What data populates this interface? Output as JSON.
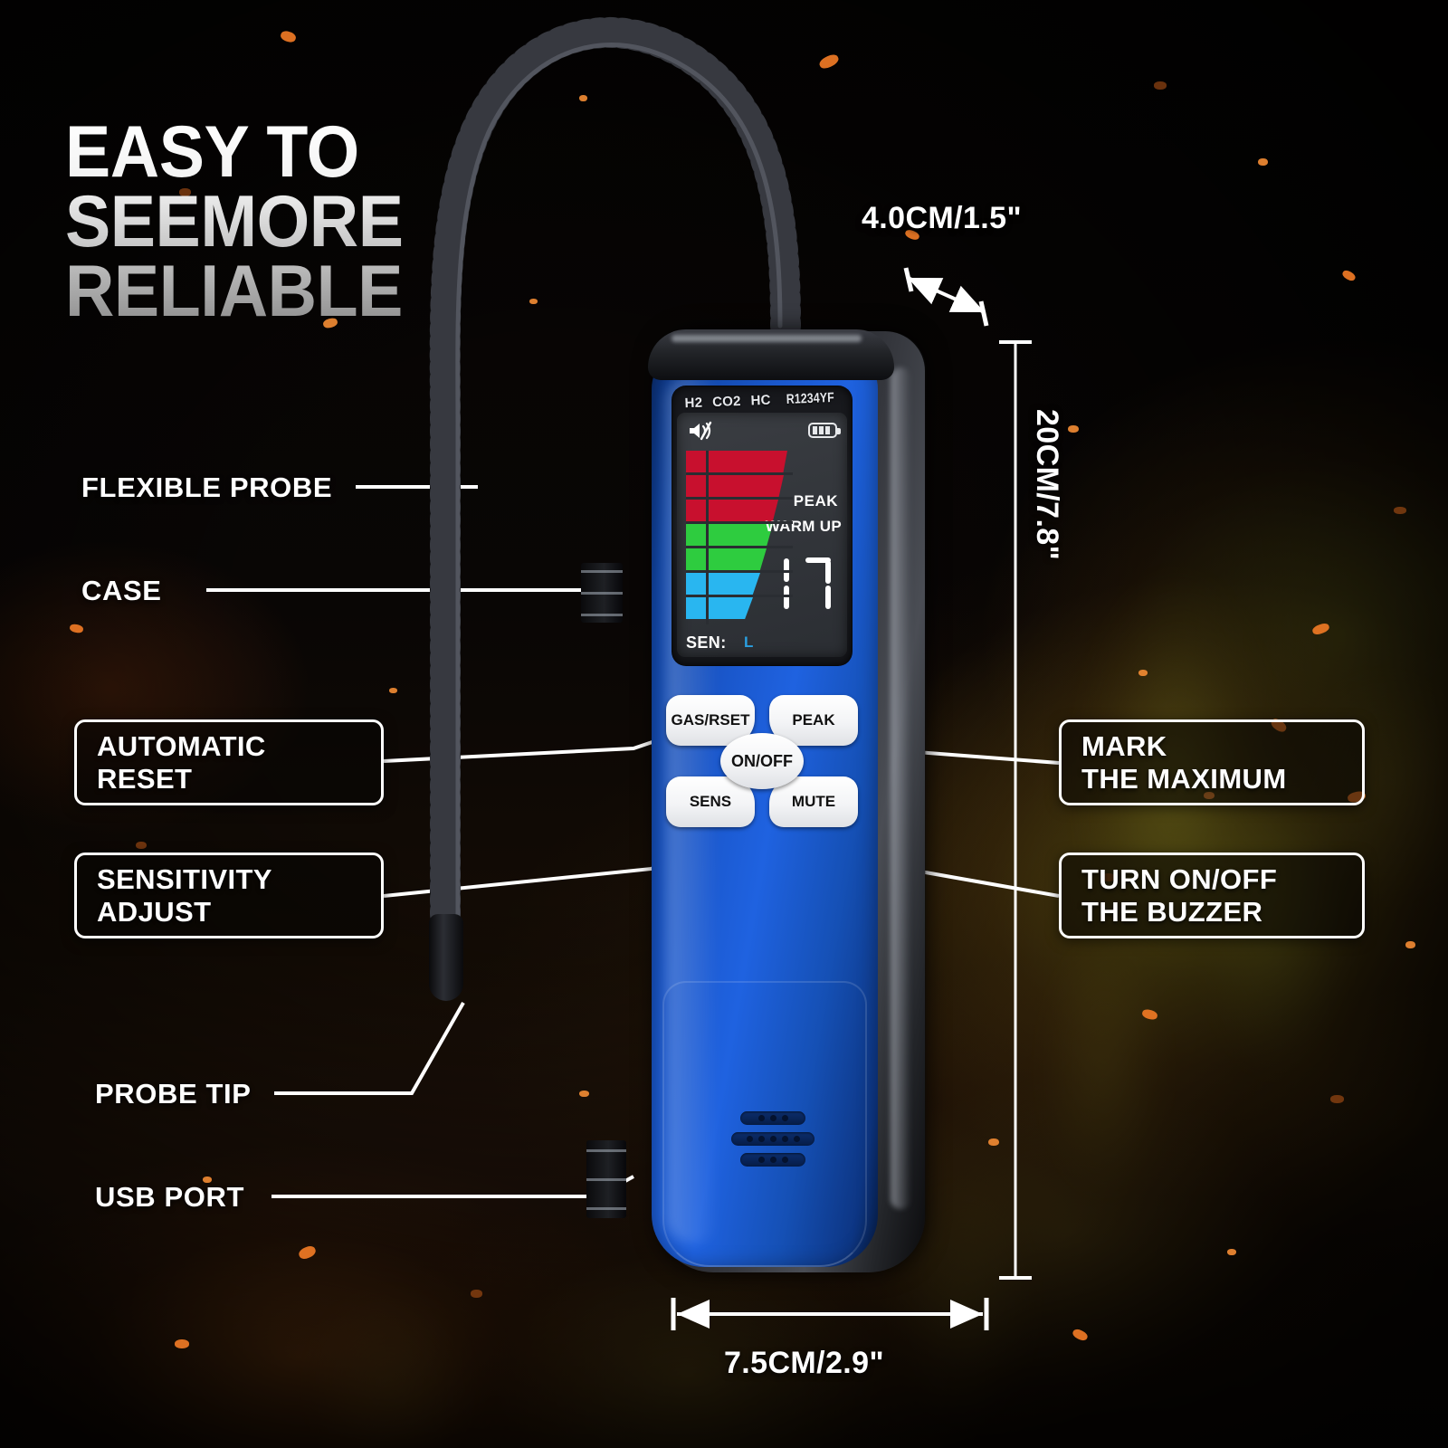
{
  "headline": {
    "line1": "EASY TO",
    "line2": "SEEMORE",
    "line3": "RELIABLE"
  },
  "colors": {
    "accent_blue": "#1a57cb",
    "bar_red": "#c8102e",
    "bar_green": "#2ecc3f",
    "bar_blue": "#29b6f0",
    "callout_border": "#ffffff",
    "text_white": "#ffffff",
    "sen_value": "#2a9fe0"
  },
  "callouts": {
    "plain": [
      {
        "id": "flexible-probe",
        "label": "FLEXIBLE PROBE"
      },
      {
        "id": "case",
        "label": "CASE"
      },
      {
        "id": "probe-tip",
        "label": "PROBE TIP"
      },
      {
        "id": "usb-port",
        "label": "USB PORT"
      }
    ],
    "boxed": [
      {
        "id": "automatic-reset",
        "line1": "AUTOMATIC",
        "line2": "RESET"
      },
      {
        "id": "sensitivity-adjust",
        "line1": "SENSITIVITY",
        "line2": "ADJUST"
      },
      {
        "id": "mark-the-maximum",
        "line1": "MARK",
        "line2": "THE MAXIMUM"
      },
      {
        "id": "turn-onoff-buzzer",
        "line1": "TURN ON/OFF",
        "line2": "THE BUZZER"
      }
    ]
  },
  "dimensions": {
    "depth": "4.0CM/1.5\"",
    "height": "20CM/7.8\"",
    "width": "7.5CM/2.9\""
  },
  "device": {
    "gas_labels": [
      "H2",
      "CO2",
      "HC",
      "R1234YF"
    ],
    "screen": {
      "mute_icon": "speaker-mute-icon",
      "battery_icon": "battery-icon",
      "peak_label": "PEAK",
      "warmup_label": "WARM UP",
      "reading": "17",
      "sen_label": "SEN:",
      "sen_value": "L",
      "bargraph": {
        "rows": 7,
        "row_colors": [
          "#c8102e",
          "#c8102e",
          "#c8102e",
          "#2ecc3f",
          "#2ecc3f",
          "#29b6f0",
          "#29b6f0"
        ]
      }
    },
    "buttons": [
      {
        "id": "gas-rset",
        "label": "GAS/RSET"
      },
      {
        "id": "peak",
        "label": "PEAK"
      },
      {
        "id": "on-off",
        "label": "ON/OFF"
      },
      {
        "id": "sens",
        "label": "SENS"
      },
      {
        "id": "mute",
        "label": "MUTE"
      }
    ]
  }
}
